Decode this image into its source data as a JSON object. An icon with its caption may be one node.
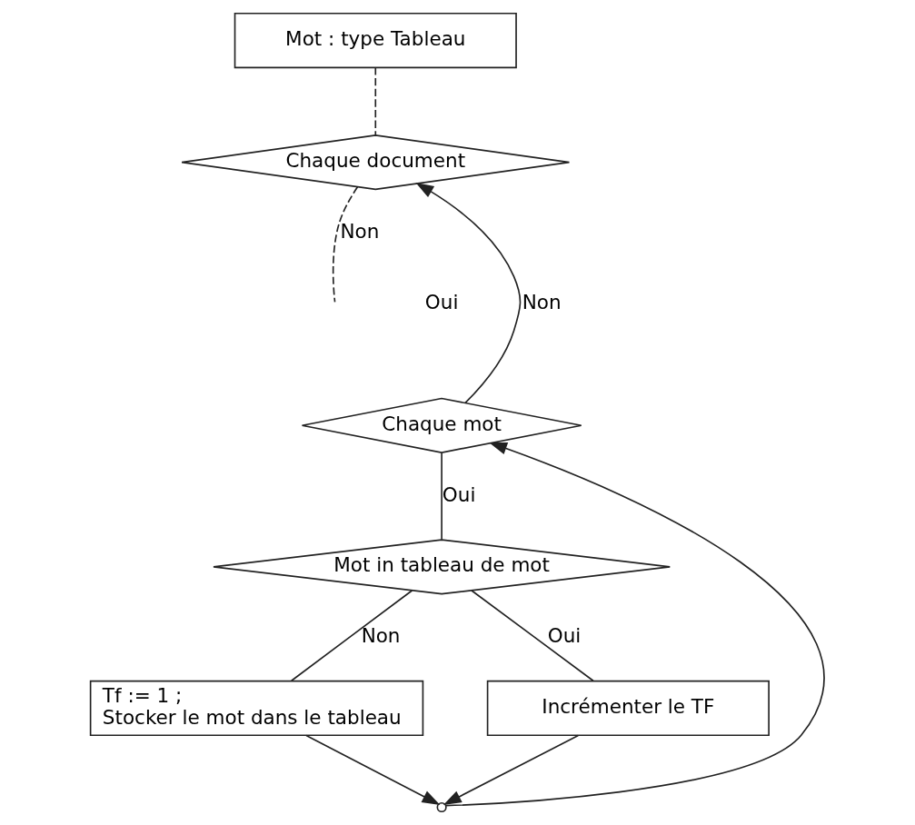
{
  "diagram": {
    "nodes": [
      {
        "text": [
          "Mot : type Tableau"
        ]
      },
      {
        "text": [
          "Chaque document"
        ]
      },
      {
        "text": [
          "Chaque mot"
        ]
      },
      {
        "text": [
          "Mot in tableau de mot"
        ]
      },
      {
        "text": [
          "Tf := 1 ;",
          "Stocker le mot dans le tableau"
        ]
      },
      {
        "text": [
          "Incrémenter le TF"
        ]
      },
      {
        "text": [],
        "shape": "point"
      }
    ],
    "edges": [
      {
        "from": 0,
        "to": 1,
        "arrow": "none",
        "style": "dashed"
      },
      {
        "from": 1,
        "to": null,
        "arrow": "none",
        "label": "Non",
        "style": "dashed"
      },
      {
        "from": 2,
        "to": 3,
        "arrow": "none",
        "label": "Oui"
      },
      {
        "from": 2,
        "to": 1,
        "arrow": "to",
        "label": "Non"
      },
      {
        "from": 3,
        "to": 4,
        "arrow": "none",
        "label": "Non"
      },
      {
        "from": 3,
        "to": 5,
        "arrow": "none",
        "label": "Oui"
      },
      {
        "from": 4,
        "to": 6,
        "arrow": "to"
      },
      {
        "from": 5,
        "to": 6,
        "arrow": "to"
      },
      {
        "from": 6,
        "to": 2,
        "arrow": "to"
      }
    ],
    "labels": [
      "Oui"
    ]
  }
}
